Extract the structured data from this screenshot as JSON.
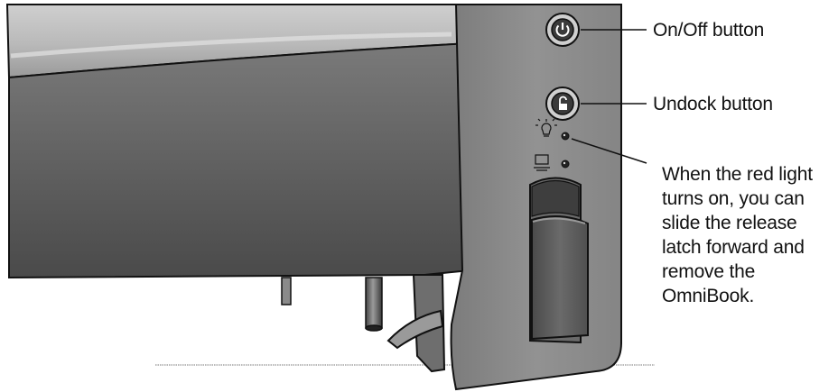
{
  "callouts": {
    "on_off": "On/Off button",
    "undock": "Undock button",
    "release_note": [
      "When the red light",
      "turns on, you can",
      "slide the release",
      "latch forward and",
      "remove the",
      "OmniBook."
    ]
  },
  "icons": {
    "power_button": "power-icon",
    "undock_button": "unlock-icon",
    "status_light": "light-bulb-icon",
    "docked_indicator": "computer-icon",
    "release_latch": "latch"
  },
  "colors": {
    "housing_light": "#c4c4c4",
    "housing_dark": "#5a5a5a",
    "panel": "#8c8c8c",
    "button_face": "#3a3a3a",
    "outline": "#111111"
  }
}
